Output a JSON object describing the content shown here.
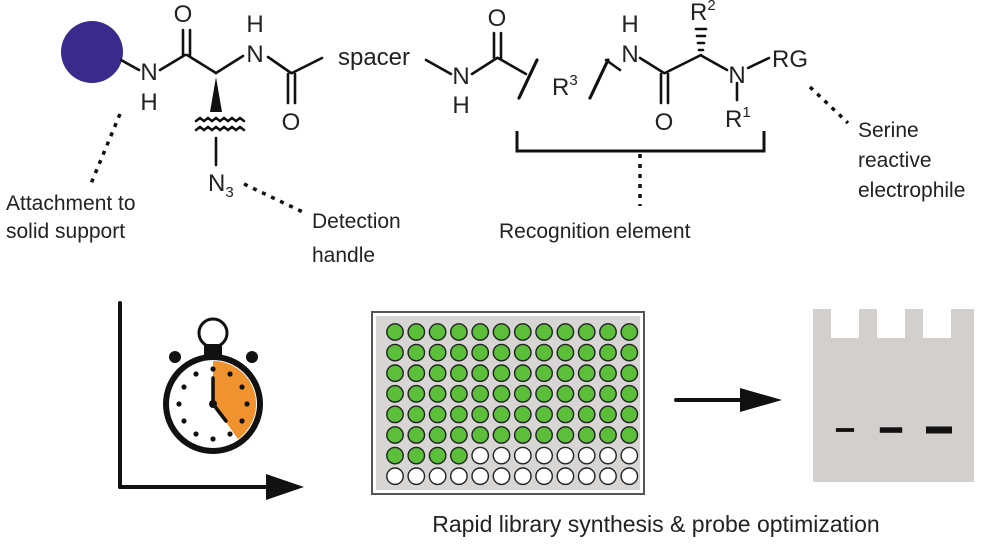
{
  "molecule": {
    "atoms": {
      "o_left": "O",
      "nh_top": "H",
      "n_top": "N",
      "n_left": "N",
      "h_left": "H",
      "o_mid": "O",
      "spacer": "spacer",
      "n_mid": "N",
      "h_mid": "H",
      "o_spacer": "O",
      "r3": "R",
      "r3_sup": "3",
      "nh2_top": "H",
      "n2_top": "N",
      "o_right": "O",
      "r2": "R",
      "r2_sup": "2",
      "n_right": "N",
      "rg": "RG",
      "r1": "R",
      "r1_sup": "1",
      "n3": "N",
      "n3_sub": "3"
    }
  },
  "labels": {
    "attachment": [
      "Attachment to",
      "solid support"
    ],
    "detection": [
      "Detection",
      "handle"
    ],
    "recognition": "Recognition element",
    "electrophile": [
      "Serine",
      "reactive",
      "electrophile"
    ]
  },
  "workflow": {
    "caption": "Rapid library synthesis & probe optimization",
    "plate": {
      "rows": 8,
      "cols": 12,
      "filled_wells": 76
    },
    "gel": {
      "lanes": 3,
      "band_intensity": [
        0.35,
        0.7,
        1.0
      ]
    }
  },
  "colors": {
    "bead": "#3a2a8c",
    "well_filled": "#5bbf3a",
    "timer_fill": "#f0922e",
    "gel_bg": "#d3cfcc",
    "plate_bg": "#d8d6d4"
  }
}
